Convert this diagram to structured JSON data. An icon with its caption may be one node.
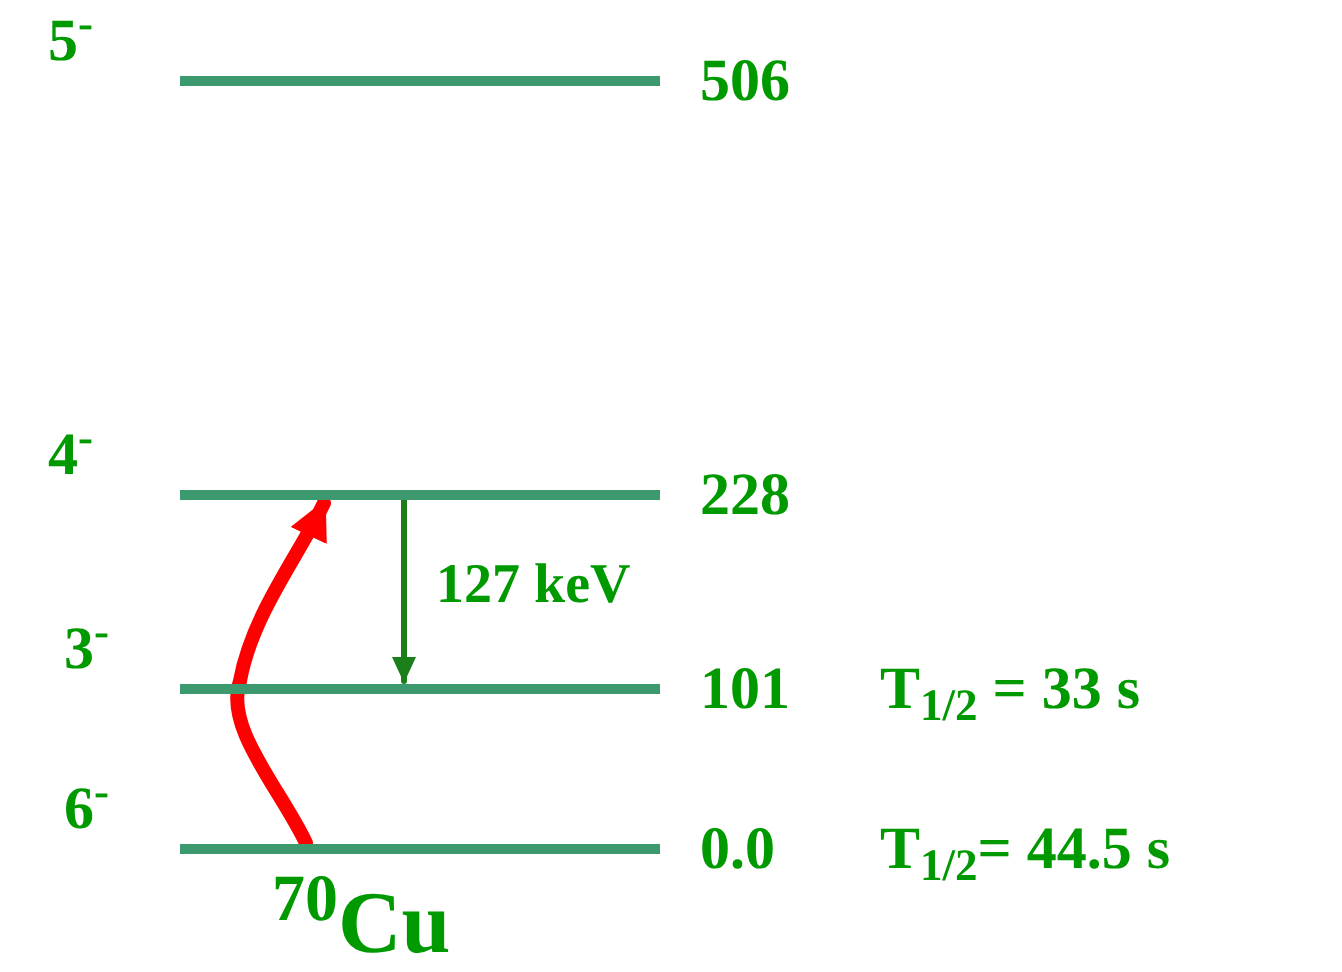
{
  "diagram": {
    "nodes": [
      {
        "text": [],
        "shape": "bar",
        "beside": [
          "5$^{-}$",
          "506"
        ]
      },
      {
        "text": [],
        "shape": "bar",
        "beside": [
          "4$^{-}$",
          "228"
        ]
      },
      {
        "text": [],
        "shape": "bar",
        "beside": [
          "3$^{-}$",
          "101",
          "T$_{1/2}$ = 33 s"
        ]
      },
      {
        "text": [],
        "shape": "bar",
        "beside": [
          "6$^{-}$",
          "0.0",
          "T$_{1/2}$= 44.5 s"
        ]
      }
    ],
    "edges": [
      {
        "from": 3,
        "to": 1,
        "arrow": "to",
        "style": "thick",
        "color": "#ff0000"
      },
      {
        "from": 1,
        "to": 2,
        "arrow": "to",
        "label": "127 keV",
        "color": "#1a7f1a"
      }
    ],
    "labels": [
      "$^{70}$Cu"
    ]
  }
}
